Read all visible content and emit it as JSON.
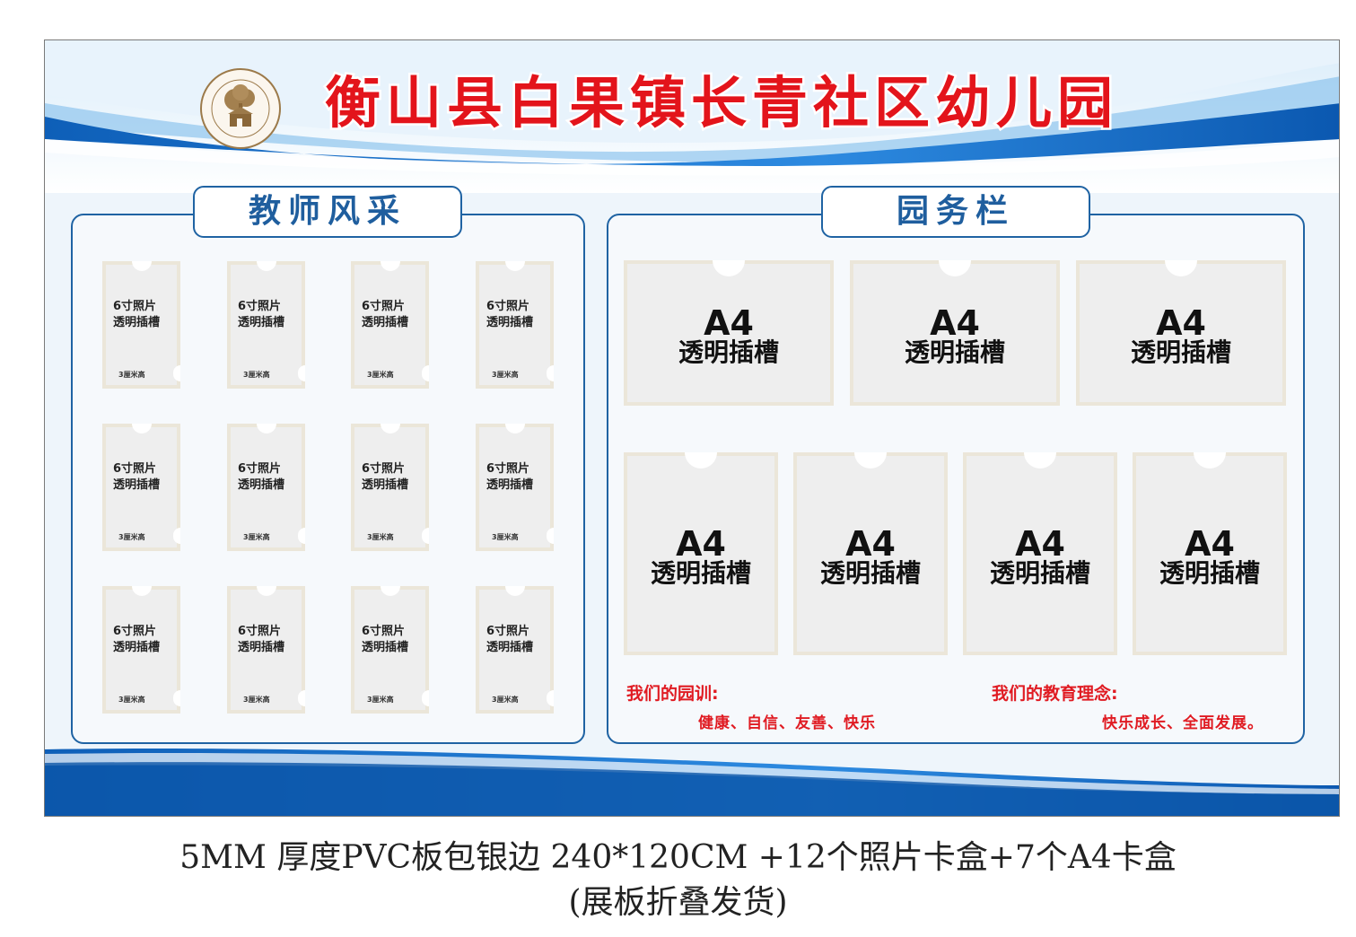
{
  "board": {
    "title": "衡山县白果镇长青社区幼儿园",
    "colors": {
      "title_red": "#e3141b",
      "frame_blue": "#1f63a3",
      "wave_blue": "#1670c8"
    }
  },
  "left_panel": {
    "tab_label": "教师风采",
    "photo_slots": [
      {
        "line1": "6寸照片",
        "line2": "透明插槽",
        "note": "3厘米高"
      },
      {
        "line1": "6寸照片",
        "line2": "透明插槽",
        "note": "3厘米高"
      },
      {
        "line1": "6寸照片",
        "line2": "透明插槽",
        "note": "3厘米高"
      },
      {
        "line1": "6寸照片",
        "line2": "透明插槽",
        "note": "3厘米高"
      },
      {
        "line1": "6寸照片",
        "line2": "透明插槽",
        "note": "3厘米高"
      },
      {
        "line1": "6寸照片",
        "line2": "透明插槽",
        "note": "3厘米高"
      },
      {
        "line1": "6寸照片",
        "line2": "透明插槽",
        "note": "3厘米高"
      },
      {
        "line1": "6寸照片",
        "line2": "透明插槽",
        "note": "3厘米高"
      },
      {
        "line1": "6寸照片",
        "line2": "透明插槽",
        "note": "3厘米高"
      },
      {
        "line1": "6寸照片",
        "line2": "透明插槽",
        "note": "3厘米高"
      },
      {
        "line1": "6寸照片",
        "line2": "透明插槽",
        "note": "3厘米高"
      },
      {
        "line1": "6寸照片",
        "line2": "透明插槽",
        "note": "3厘米高"
      }
    ]
  },
  "right_panel": {
    "tab_label": "园务栏",
    "a4_slots": [
      {
        "line1": "A4",
        "line2": "透明插槽"
      },
      {
        "line1": "A4",
        "line2": "透明插槽"
      },
      {
        "line1": "A4",
        "line2": "透明插槽"
      },
      {
        "line1": "A4",
        "line2": "透明插槽"
      },
      {
        "line1": "A4",
        "line2": "透明插槽"
      },
      {
        "line1": "A4",
        "line2": "透明插槽"
      },
      {
        "line1": "A4",
        "line2": "透明插槽"
      }
    ],
    "motto_left": {
      "heading": "我们的园训:",
      "text": "健康、自信、友善、快乐"
    },
    "motto_right": {
      "heading": "我们的教育理念:",
      "text": "快乐成长、全面发展。"
    }
  },
  "caption": {
    "line1": "5MM 厚度PVC板包银边 240*120CM +12个照片卡盒+7个A4卡盒",
    "line2": "(展板折叠发货)"
  }
}
